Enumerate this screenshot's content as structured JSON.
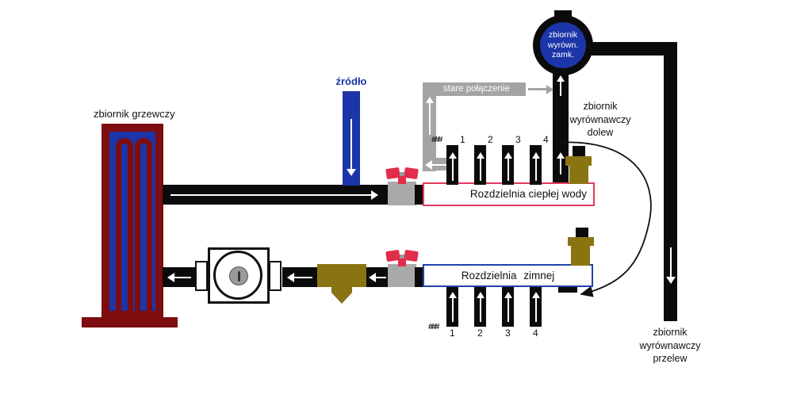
{
  "diagram": {
    "heating_tank_label": "zbiornik grzewczy",
    "source_label": "źródło",
    "old_connection_label": "stare połączenie",
    "closed_expansion_tank": {
      "line1": "zbiornik",
      "line2": "wyrówn.",
      "line3": "zamk."
    },
    "refill_expansion_tank": {
      "line1": "zbiornik",
      "line2": "wyrównawczy",
      "line3": "dolew"
    },
    "overflow_expansion_tank": {
      "line1": "zbiornik",
      "line2": "wyrównawczy",
      "line3": "przelew"
    },
    "hot_manifold_label": "Rozdzielnia ciepłej wody",
    "cold_manifold_label": "Rozdzielnia zimnej",
    "top_outlets": [
      "1",
      "2",
      "3",
      "4"
    ],
    "bottom_outlets": [
      "1",
      "2",
      "3",
      "4"
    ],
    "radiator_symbol": "###"
  },
  "colors": {
    "tank_maroon": "#7d0d0e",
    "water_blue": "#1c35a8",
    "pipe_black": "#0b0b0b",
    "old_pipe_gray": "#a4a4a4",
    "valve_body_gray": "#a9a9a9",
    "valve_red": "#e22c4c",
    "hot_box_border": "#e43b5c",
    "cold_box_border": "#2143ad",
    "olive": "#8a7412"
  }
}
